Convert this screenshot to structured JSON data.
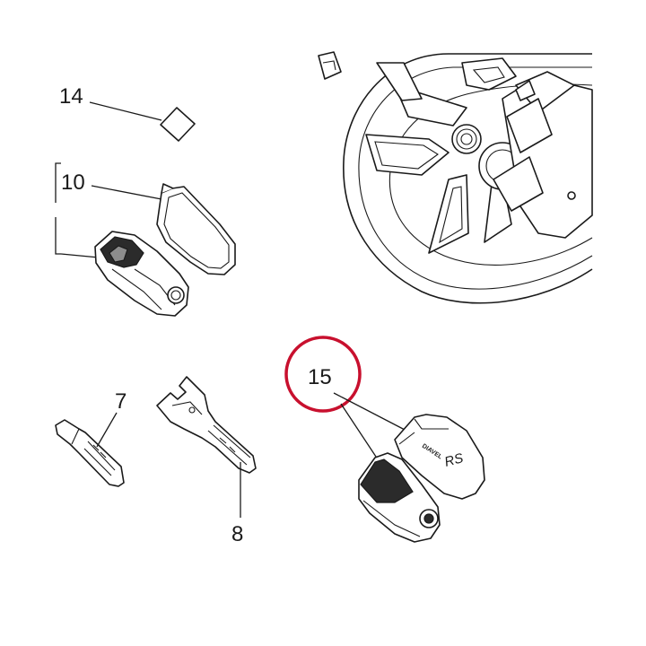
{
  "callouts": {
    "c14": "14",
    "c10": "10",
    "c7": "7",
    "c8": "8",
    "c15": "15"
  },
  "key_text": {
    "model": "DIAVEL",
    "suffix": "RS"
  },
  "highlight": {
    "target": "15",
    "color": "#c8102e"
  }
}
